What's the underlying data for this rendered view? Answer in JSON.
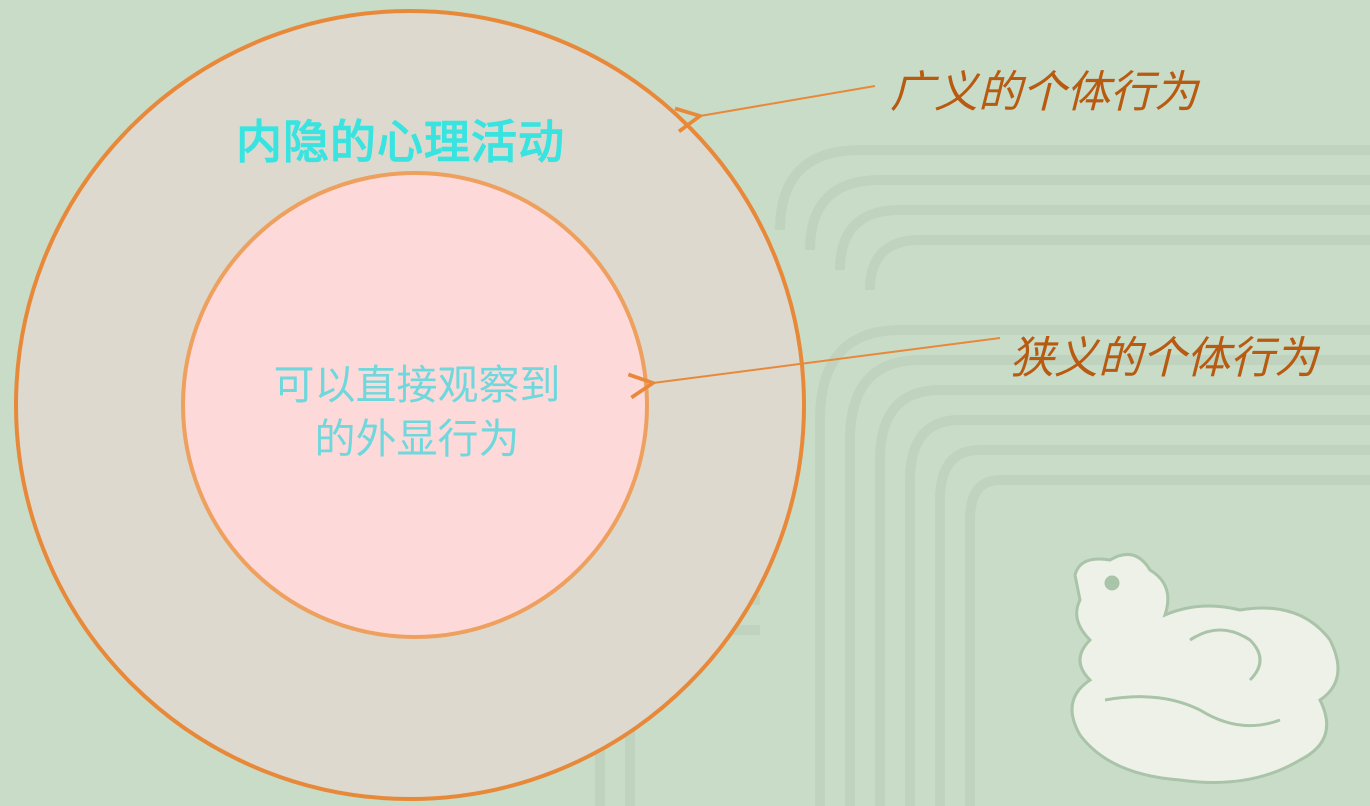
{
  "diagram": {
    "outer_circle": {
      "text": "内隐的心理活动",
      "fill": "#ddd9ce",
      "stroke": "#e8893a"
    },
    "inner_circle": {
      "text": "可以直接观察到的外显行为",
      "fill": "#fed9d9",
      "stroke": "#eea05e"
    },
    "callouts": {
      "broad": "广义的个体行为",
      "narrow": "狭义的个体行为"
    },
    "colors": {
      "background": "#c9dcc8",
      "outer_text": "#38e3e0",
      "inner_text": "#6fd8dc",
      "callout_text": "#b85a10",
      "arrow": "#e8893a"
    },
    "decoration": "dragon-emblem-icon"
  }
}
